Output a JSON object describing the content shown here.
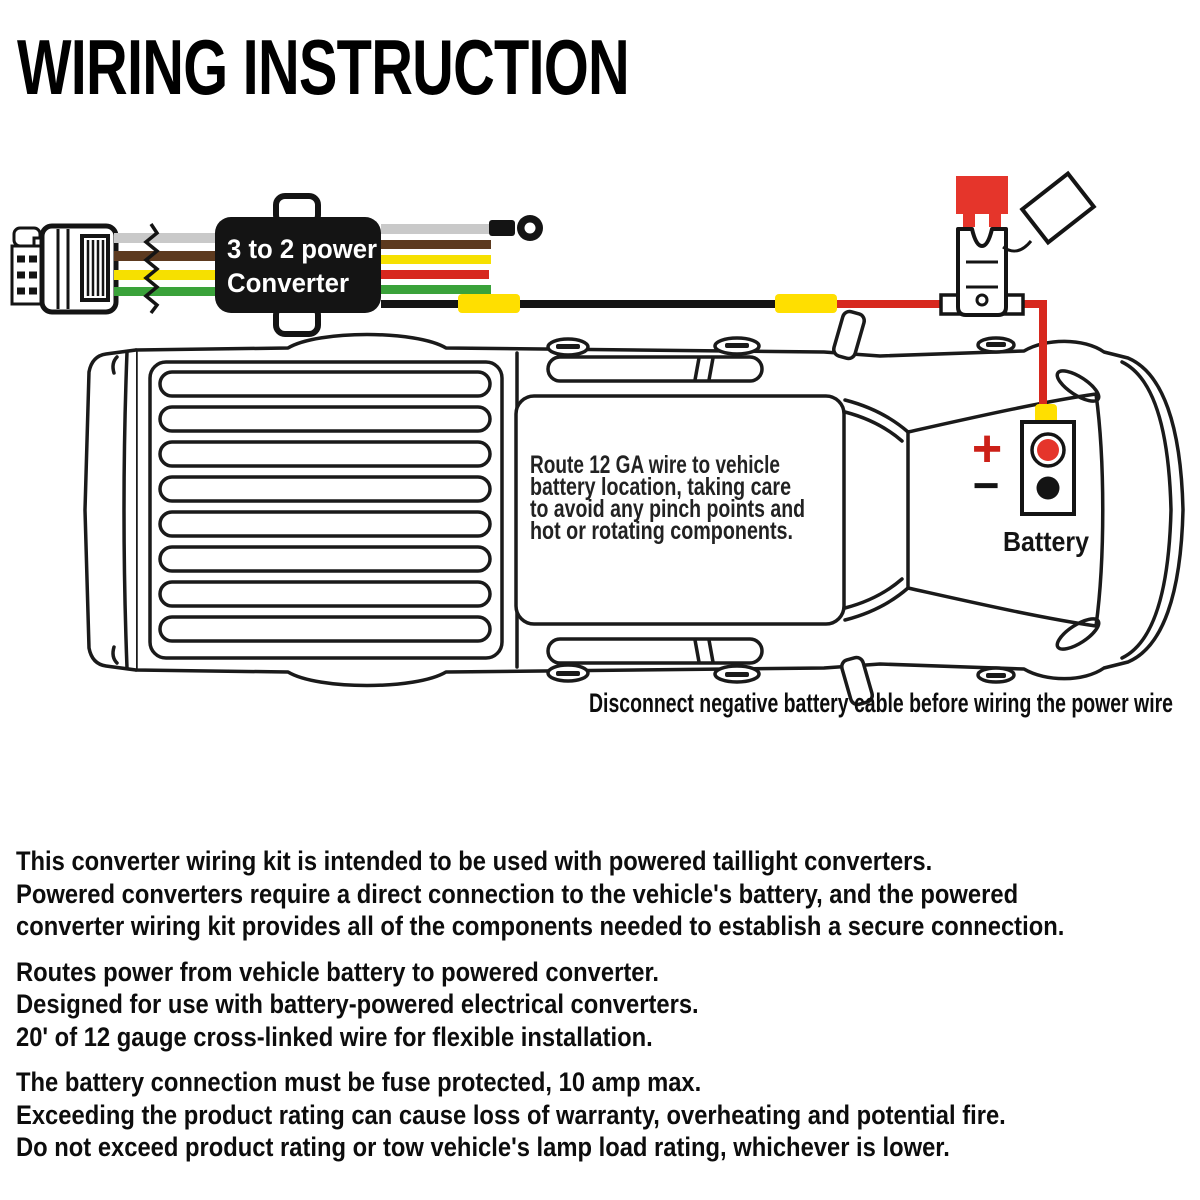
{
  "title": "WIRING INSTRUCTION",
  "diagram": {
    "converter": {
      "line1": "3 to 2 power",
      "line2": "Converter"
    },
    "route_note_lines": [
      "Route 12 GA wire to vehicle",
      "battery location, taking care",
      "to avoid any pinch points and",
      "hot or rotating components."
    ],
    "battery": {
      "label": "Battery",
      "plus": "+",
      "minus": "−"
    },
    "caption": "Disconnect negative battery cable before wiring the power wire",
    "wire_colors": {
      "white": "#c9c9c9",
      "brown": "#5d3a1f",
      "yellow": "#f6e000",
      "green": "#3aa23a",
      "red": "#d7281e",
      "black": "#141414",
      "splice_yellow": "#ffdf00",
      "fuse_red": "#e5352b",
      "plus_red": "#cc2018"
    }
  },
  "paragraphs": [
    {
      "lines": [
        "This converter wiring kit is intended to be used with powered taillight converters.",
        "Powered converters require a direct connection to the vehicle's battery, and the powered",
        "converter wiring kit provides all of the components needed to establish a secure connection."
      ]
    },
    {
      "lines": [
        "Routes power from vehicle battery to powered converter.",
        "Designed for use with battery-powered electrical converters.",
        "20' of 12 gauge cross-linked wire for flexible installation."
      ]
    },
    {
      "lines": [
        "The battery connection must be fuse protected, 10 amp max.",
        "Exceeding the product rating can cause loss of warranty, overheating and potential fire.",
        "Do not exceed product rating or tow vehicle's lamp load rating, whichever is lower."
      ]
    }
  ]
}
